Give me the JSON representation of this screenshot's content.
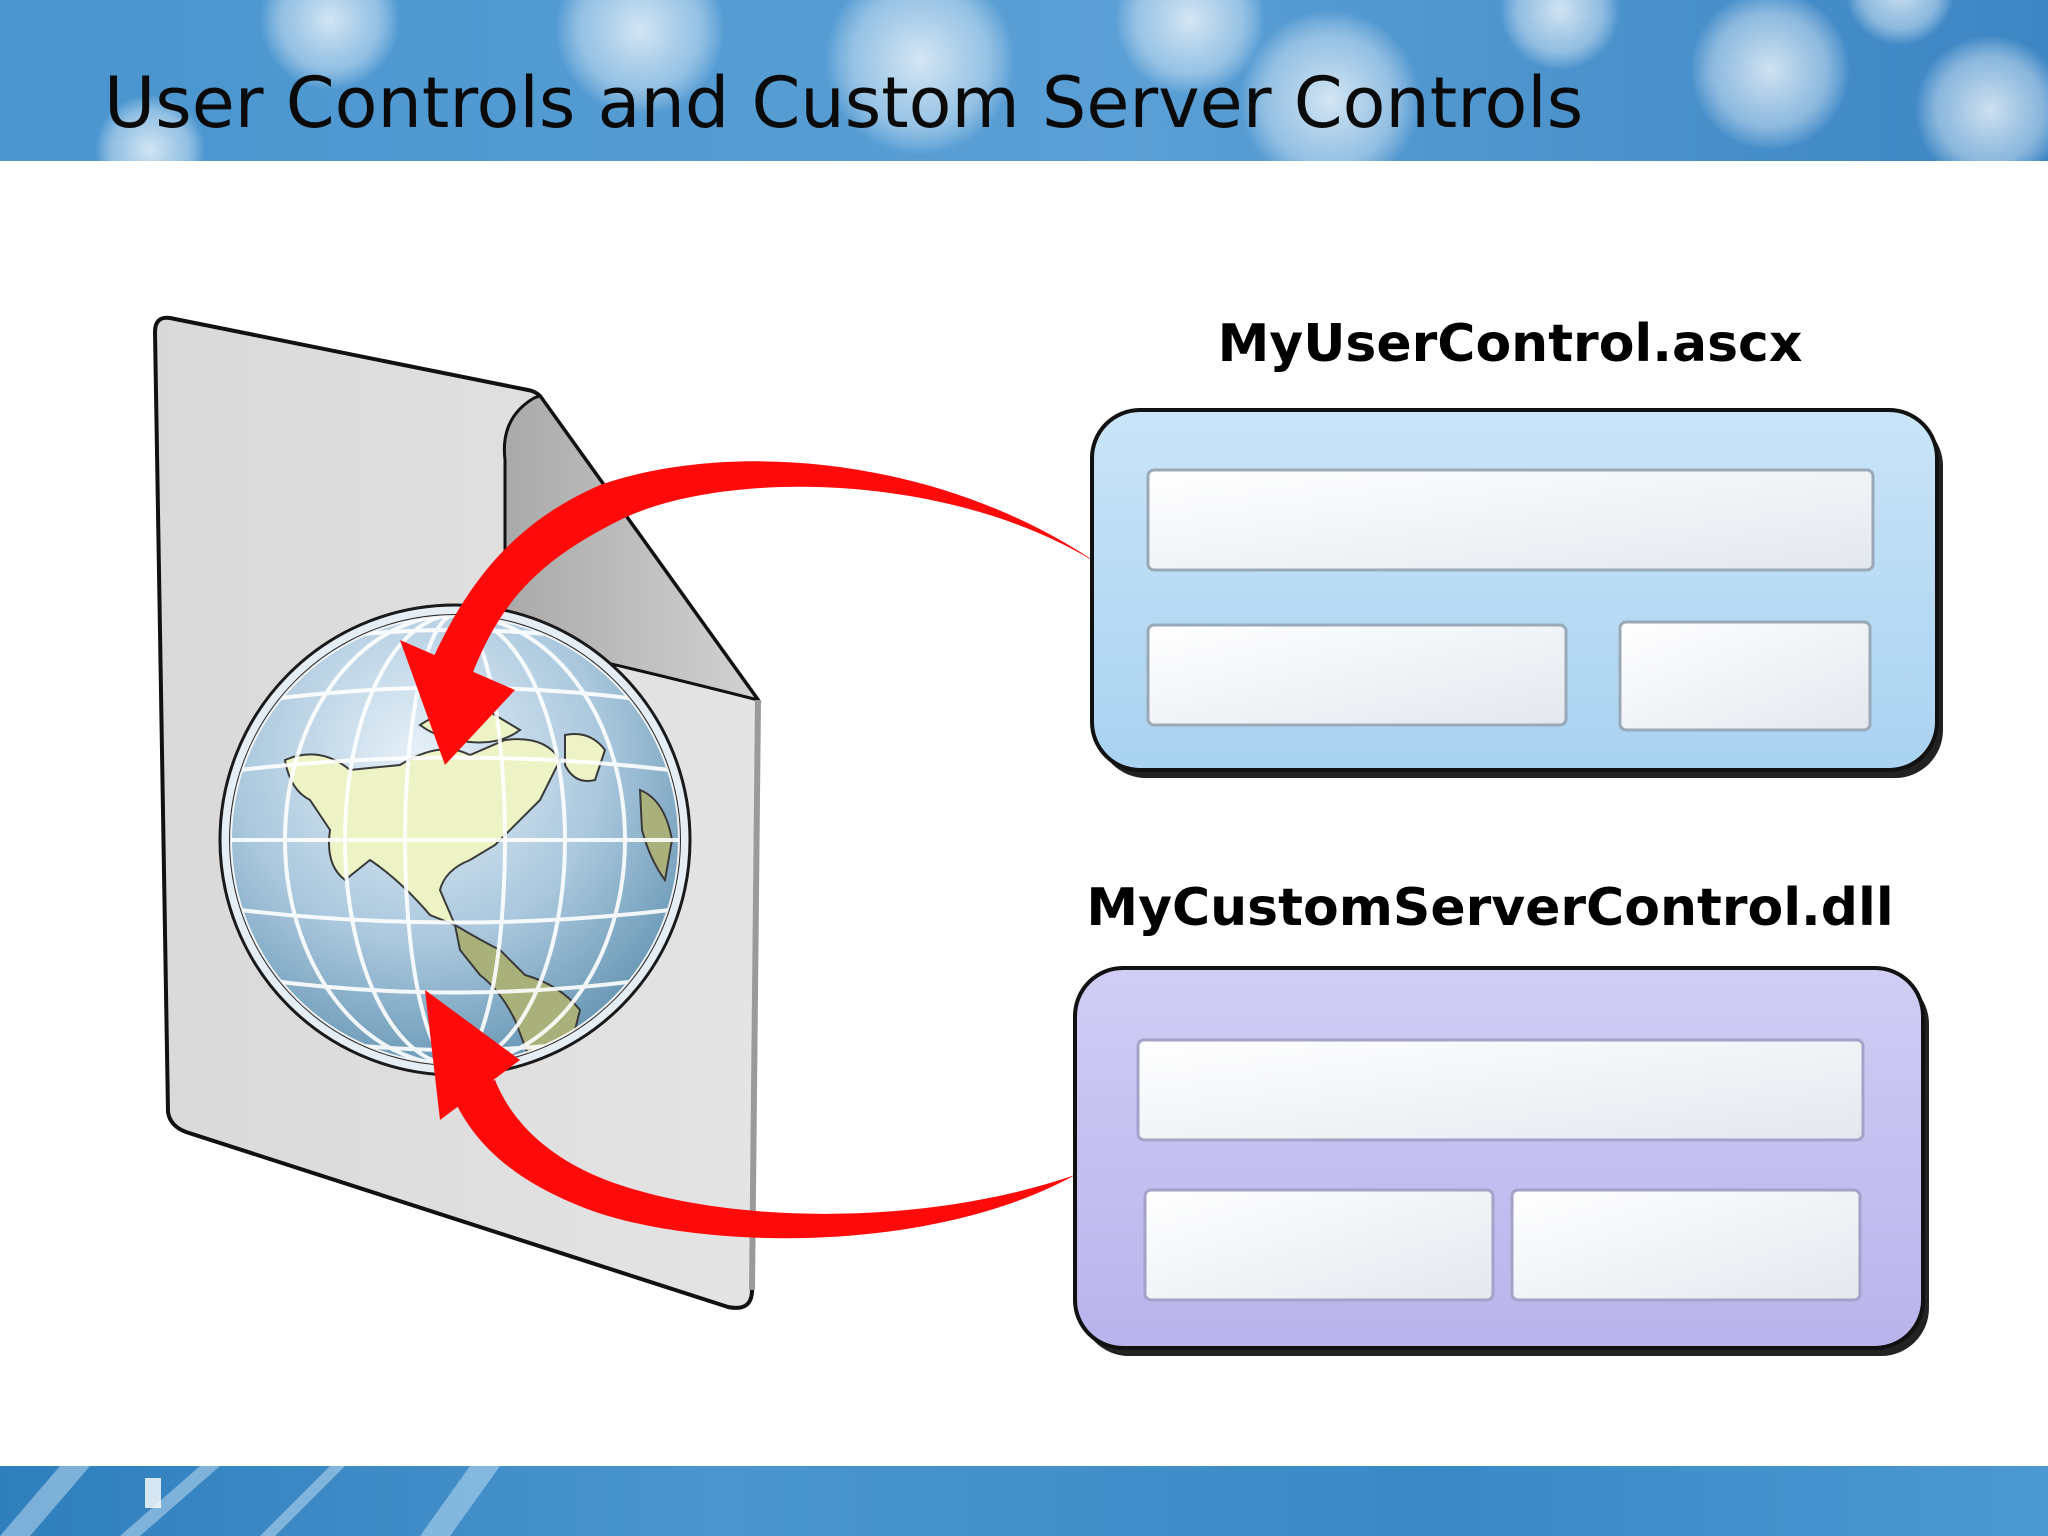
{
  "slide": {
    "title": "User Controls and Custom Server Controls"
  },
  "diagram": {
    "controls": [
      {
        "id": "user-control",
        "label": "MyUserControl.ascx",
        "color": "#b9dbf5"
      },
      {
        "id": "custom-server-control",
        "label": "MyCustomServerControl.dll",
        "color": "#c4c1f1"
      }
    ],
    "target": {
      "icon": "web-page-globe-icon"
    },
    "arrow_color": "#ff0a0a",
    "header_color": "#3f8ac6"
  }
}
